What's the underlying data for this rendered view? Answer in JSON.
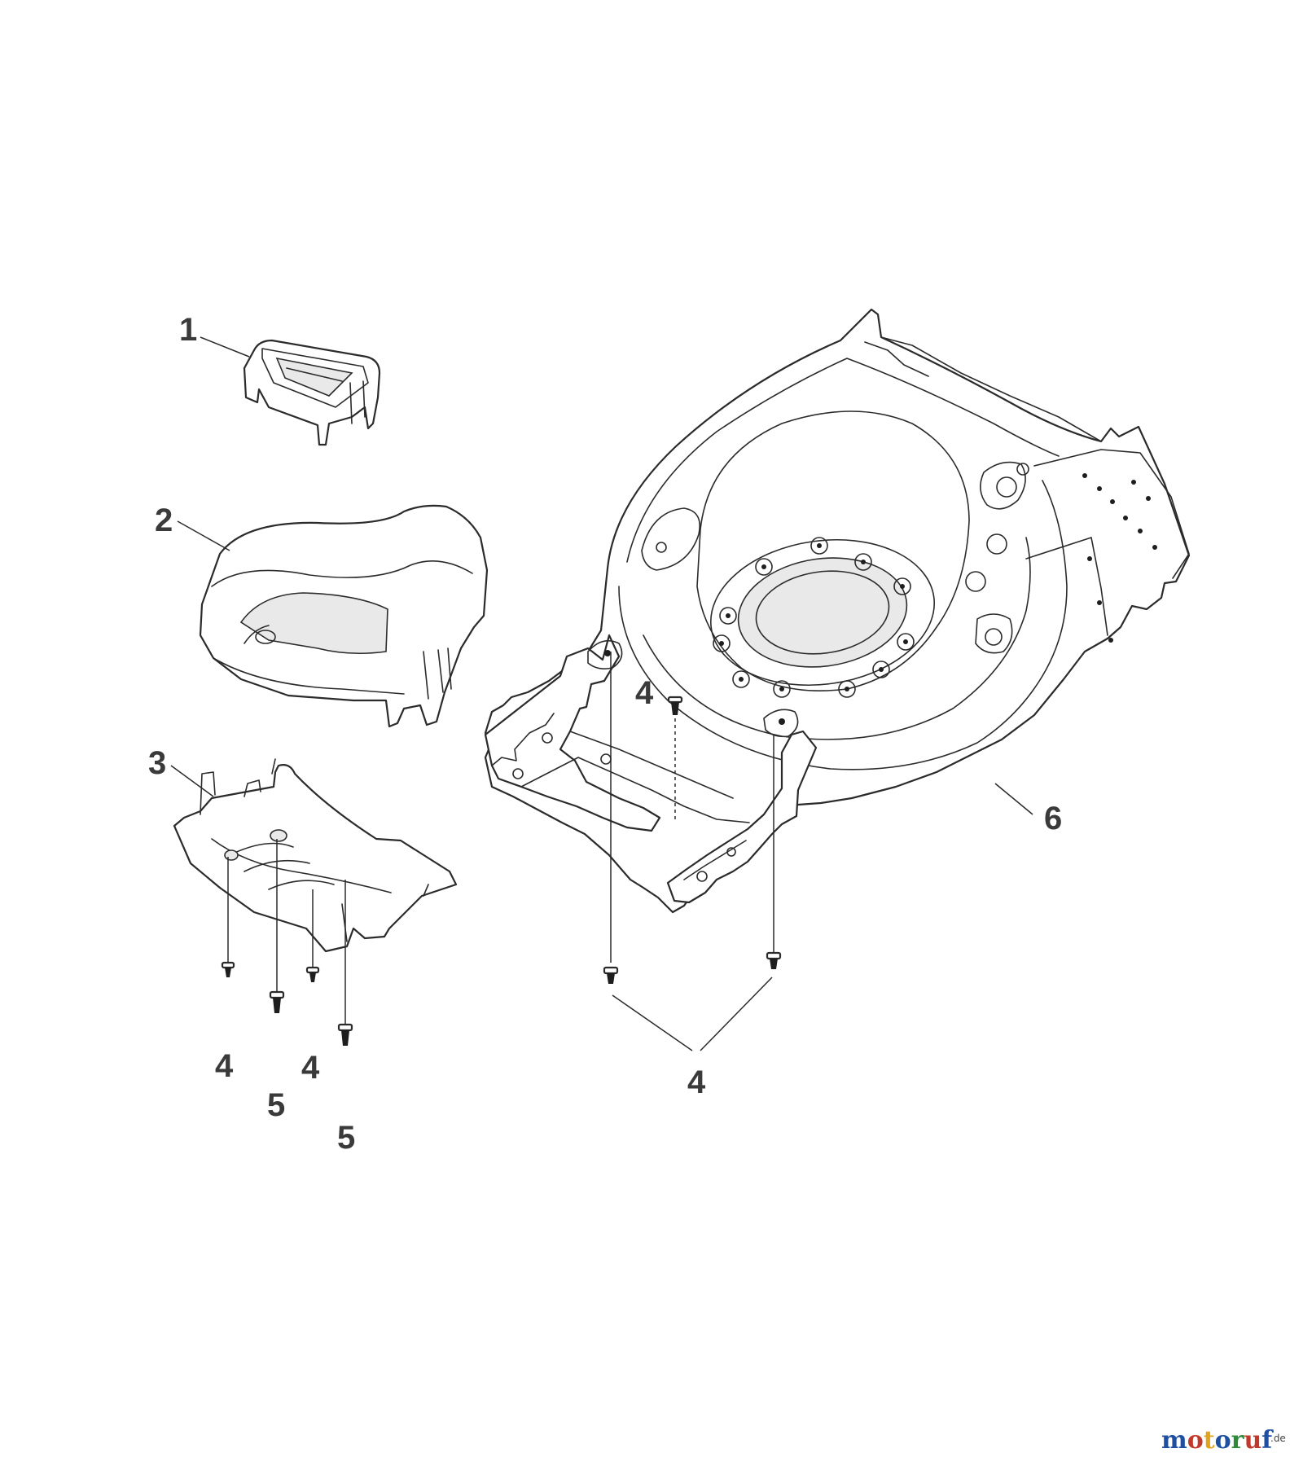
{
  "diagram": {
    "callouts": {
      "p1": "1",
      "p2": "2",
      "p3": "3",
      "p4_top": "4",
      "p4_left_a": "4",
      "p4_left_b": "4",
      "p4_bottom": "4",
      "p5_a": "5",
      "p5_b": "5",
      "p6": "6"
    }
  },
  "watermark": {
    "text": "motoruf",
    "suffix": ".de",
    "colors": [
      "#1f4fa0",
      "#c0392b",
      "#e2a21b",
      "#1f4fa0",
      "#2e8b3a",
      "#c0392b",
      "#1f4fa0"
    ]
  }
}
